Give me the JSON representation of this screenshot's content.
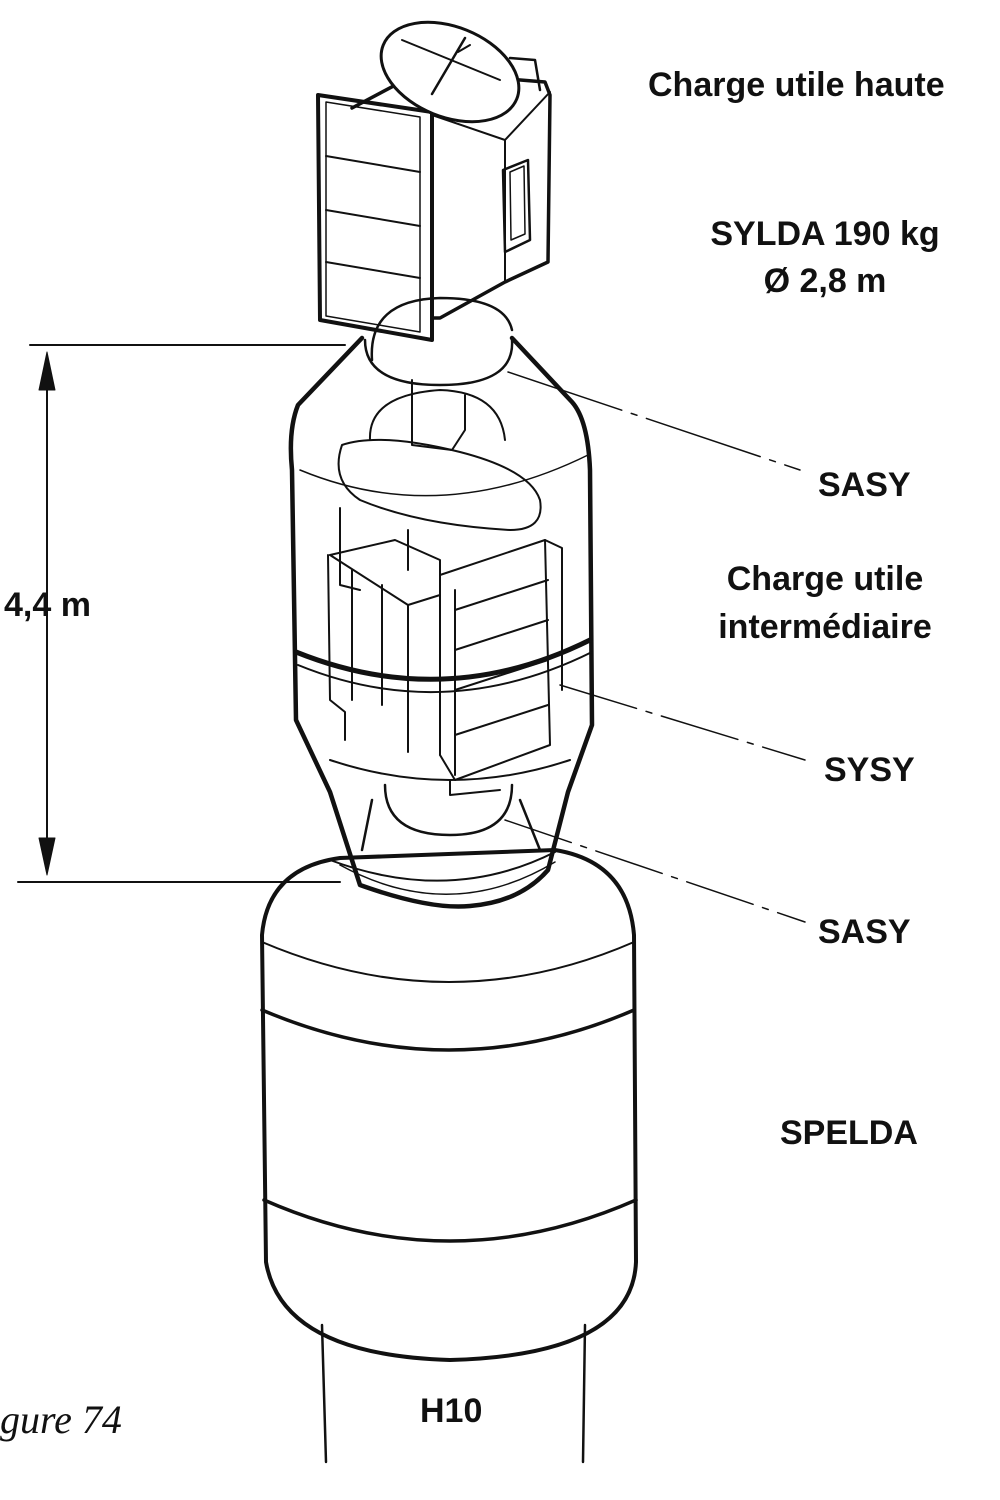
{
  "labels": {
    "upper_payload": "Charge utile haute",
    "sylda_mass": "SYLDA 190 kg",
    "sylda_diameter": "Ø 2,8 m",
    "sasy_upper": "SASY",
    "intermediate_payload_line1": "Charge utile",
    "intermediate_payload_line2": "intermédiaire",
    "sysy": "SYSY",
    "sasy_lower": "SASY",
    "spelda": "SPELDA",
    "h10": "H10",
    "height_dimension": "4,4 m"
  },
  "caption": "gure 74",
  "colors": {
    "ink": "#111111",
    "paper": "#ffffff"
  }
}
